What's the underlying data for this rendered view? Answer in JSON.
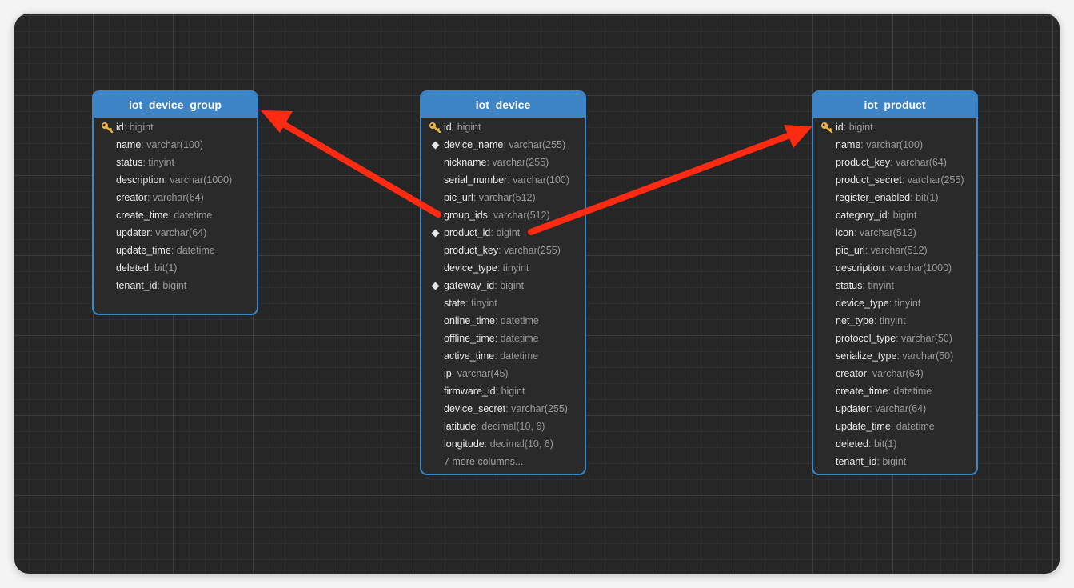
{
  "colors": {
    "header_bg": "#3d85c6",
    "canvas_bg": "#262626",
    "arrow": "#ff2a12",
    "key": "#f0b440"
  },
  "tables": [
    {
      "name": "iot_device_group",
      "columns": [
        {
          "name": "id",
          "type": "bigint",
          "marker": "key-icon"
        },
        {
          "name": "name",
          "type": "varchar(100)",
          "marker": ""
        },
        {
          "name": "status",
          "type": "tinyint",
          "marker": ""
        },
        {
          "name": "description",
          "type": "varchar(1000)",
          "marker": ""
        },
        {
          "name": "creator",
          "type": "varchar(64)",
          "marker": ""
        },
        {
          "name": "create_time",
          "type": "datetime",
          "marker": ""
        },
        {
          "name": "updater",
          "type": "varchar(64)",
          "marker": ""
        },
        {
          "name": "update_time",
          "type": "datetime",
          "marker": ""
        },
        {
          "name": "deleted",
          "type": "bit(1)",
          "marker": ""
        },
        {
          "name": "tenant_id",
          "type": "bigint",
          "marker": ""
        }
      ]
    },
    {
      "name": "iot_device",
      "columns": [
        {
          "name": "id",
          "type": "bigint",
          "marker": "key-icon"
        },
        {
          "name": "device_name",
          "type": "varchar(255)",
          "marker": "diamond-icon"
        },
        {
          "name": "nickname",
          "type": "varchar(255)",
          "marker": ""
        },
        {
          "name": "serial_number",
          "type": "varchar(100)",
          "marker": ""
        },
        {
          "name": "pic_url",
          "type": "varchar(512)",
          "marker": ""
        },
        {
          "name": "group_ids",
          "type": "varchar(512)",
          "marker": ""
        },
        {
          "name": "product_id",
          "type": "bigint",
          "marker": "diamond-icon"
        },
        {
          "name": "product_key",
          "type": "varchar(255)",
          "marker": ""
        },
        {
          "name": "device_type",
          "type": "tinyint",
          "marker": ""
        },
        {
          "name": "gateway_id",
          "type": "bigint",
          "marker": "diamond-icon"
        },
        {
          "name": "state",
          "type": "tinyint",
          "marker": ""
        },
        {
          "name": "online_time",
          "type": "datetime",
          "marker": ""
        },
        {
          "name": "offline_time",
          "type": "datetime",
          "marker": ""
        },
        {
          "name": "active_time",
          "type": "datetime",
          "marker": ""
        },
        {
          "name": "ip",
          "type": "varchar(45)",
          "marker": ""
        },
        {
          "name": "firmware_id",
          "type": "bigint",
          "marker": ""
        },
        {
          "name": "device_secret",
          "type": "varchar(255)",
          "marker": ""
        },
        {
          "name": "latitude",
          "type": "decimal(10, 6)",
          "marker": ""
        },
        {
          "name": "longitude",
          "type": "decimal(10, 6)",
          "marker": ""
        }
      ],
      "more_label": "7 more columns..."
    },
    {
      "name": "iot_product",
      "columns": [
        {
          "name": "id",
          "type": "bigint",
          "marker": "key-icon"
        },
        {
          "name": "name",
          "type": "varchar(100)",
          "marker": ""
        },
        {
          "name": "product_key",
          "type": "varchar(64)",
          "marker": ""
        },
        {
          "name": "product_secret",
          "type": "varchar(255)",
          "marker": ""
        },
        {
          "name": "register_enabled",
          "type": "bit(1)",
          "marker": ""
        },
        {
          "name": "category_id",
          "type": "bigint",
          "marker": ""
        },
        {
          "name": "icon",
          "type": "varchar(512)",
          "marker": ""
        },
        {
          "name": "pic_url",
          "type": "varchar(512)",
          "marker": ""
        },
        {
          "name": "description",
          "type": "varchar(1000)",
          "marker": ""
        },
        {
          "name": "status",
          "type": "tinyint",
          "marker": ""
        },
        {
          "name": "device_type",
          "type": "tinyint",
          "marker": ""
        },
        {
          "name": "net_type",
          "type": "tinyint",
          "marker": ""
        },
        {
          "name": "protocol_type",
          "type": "varchar(50)",
          "marker": ""
        },
        {
          "name": "serialize_type",
          "type": "varchar(50)",
          "marker": ""
        },
        {
          "name": "creator",
          "type": "varchar(64)",
          "marker": ""
        },
        {
          "name": "create_time",
          "type": "datetime",
          "marker": ""
        },
        {
          "name": "updater",
          "type": "varchar(64)",
          "marker": ""
        },
        {
          "name": "update_time",
          "type": "datetime",
          "marker": ""
        },
        {
          "name": "deleted",
          "type": "bit(1)",
          "marker": ""
        },
        {
          "name": "tenant_id",
          "type": "bigint",
          "marker": ""
        }
      ]
    }
  ],
  "relations": [
    {
      "from_table": "iot_device",
      "from_column": "group_ids",
      "to_table": "iot_device_group"
    },
    {
      "from_table": "iot_device",
      "from_column": "product_id",
      "to_table": "iot_product",
      "to_column": "id"
    }
  ]
}
